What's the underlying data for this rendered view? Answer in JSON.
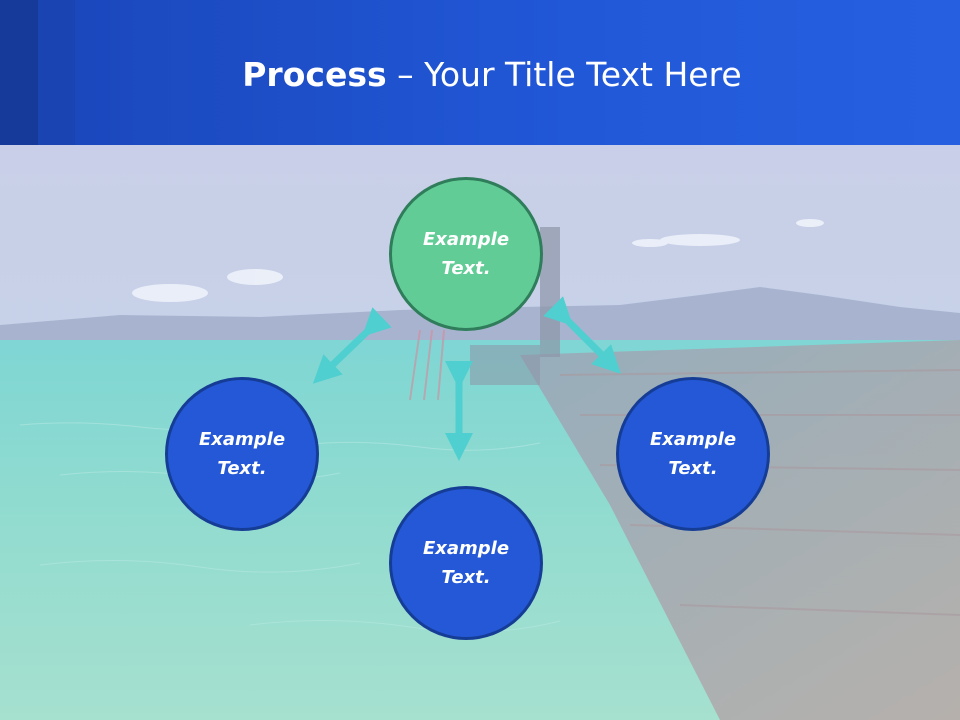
{
  "title": {
    "bold": "Process",
    "rest": " – Your Title Text Here"
  },
  "nodes": {
    "top": {
      "text": "Example Text."
    },
    "left": {
      "text": "Example Text."
    },
    "right": {
      "text": "Example Text."
    },
    "bottom": {
      "text": "Example Text."
    }
  },
  "colors": {
    "header": "#2158d8",
    "node_blue": "#2458d6",
    "node_green": "#62cc96",
    "arrow": "#4fcfcf"
  },
  "icons": [
    "double-arrow-icon"
  ]
}
